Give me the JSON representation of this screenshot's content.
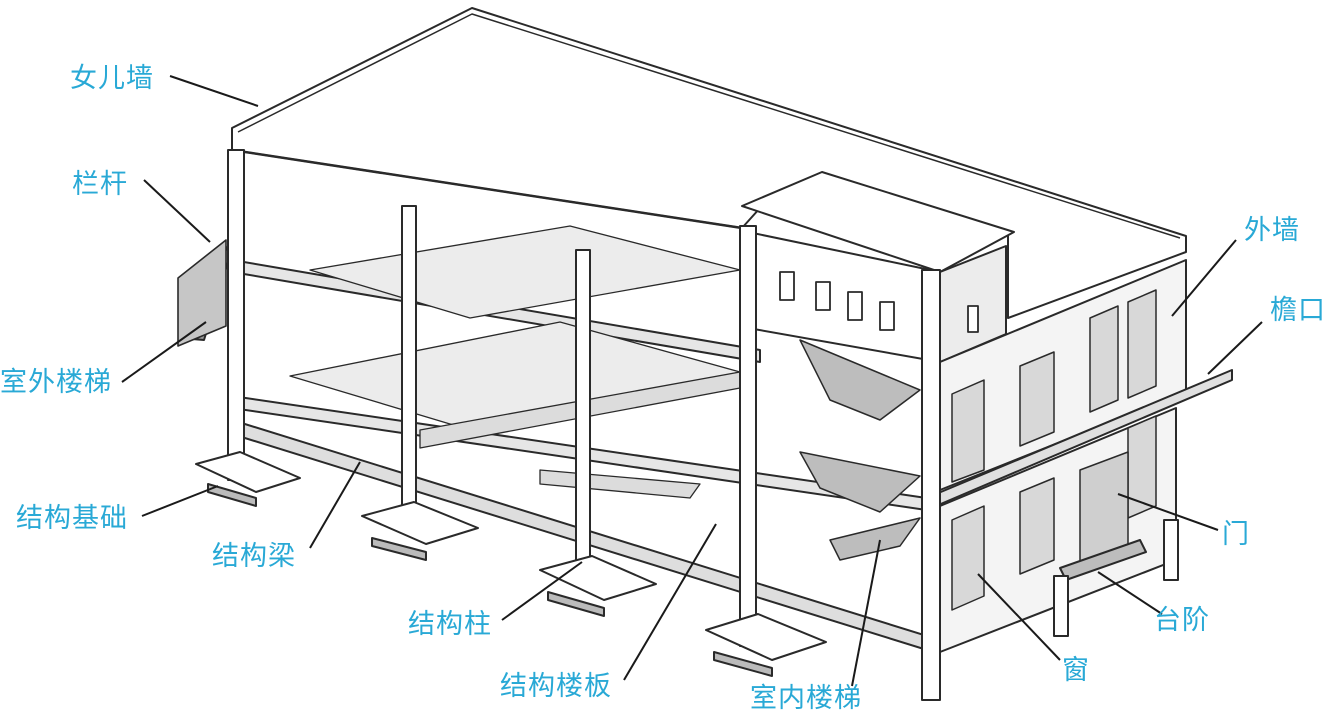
{
  "diagram": {
    "colors": {
      "label": "#29a9d6",
      "leader": "#1a1a1a",
      "line": "#2a2a2a",
      "surface": "#ffffff",
      "shade": "#d8d8d8",
      "dark": "#6a6a6a"
    },
    "labels": {
      "parapet": "女儿墙",
      "railing": "栏杆",
      "outdoor_stair": "室外楼梯",
      "foundation": "结构基础",
      "beam": "结构梁",
      "column": "结构柱",
      "slab": "结构楼板",
      "indoor_stair": "室内楼梯",
      "window": "窗",
      "step": "台阶",
      "door": "门",
      "eave": "檐口",
      "exterior_wall": "外墙"
    }
  }
}
